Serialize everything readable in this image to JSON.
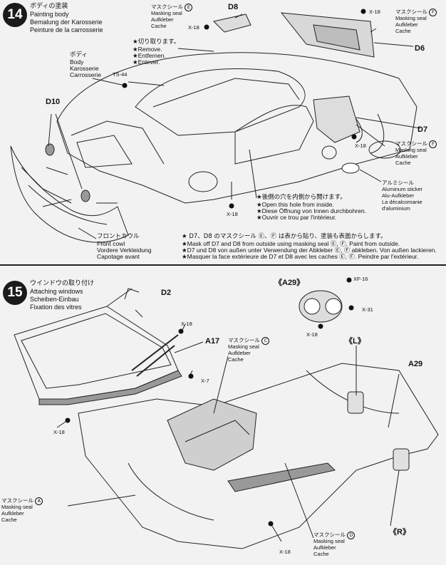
{
  "step14": {
    "number": "14",
    "title_jp": "ボディの塗装",
    "title_en": "Painting body",
    "title_de": "Bemalung der Karosserie",
    "title_fr": "Peinture de la carrosserie",
    "body_label": [
      "ボディ",
      "Body",
      "Karosserie",
      "Carrosserie"
    ],
    "paint": "TS-44",
    "remove_note": [
      "★切り取ります。",
      "★Remove.",
      "★Entfernen.",
      "★Enlever."
    ],
    "masking_seal_e": [
      "マスクシール",
      "Masking seal",
      "Aufkleber",
      "Cache"
    ],
    "seal_e_letter": "E",
    "masking_seal_f": [
      "マスクシール",
      "Masking seal",
      "Aufkleber",
      "Cache"
    ],
    "seal_f_letter": "F",
    "d8": "D8",
    "d6": "D6",
    "d7": "D7",
    "d10": "D10",
    "x18": "X-18",
    "alu": [
      "アルミシール",
      "Aluminum sticker",
      "Alu-Aufkleber",
      "La décalcomanie",
      "d'aluminium"
    ],
    "hole_note": [
      "★後側の穴を内側から開けます。",
      "★Open this hole from inside.",
      "★Diese Öffnung von Innen durchbohren.",
      "★Ouvrir ce trou par l'intérieur."
    ],
    "front_cowl": [
      "フロントカウル",
      "Front cowl",
      "Vordere Verkleidung",
      "Capotage avant"
    ],
    "mask_note": [
      "★ D7、D8 のマスクシール Ⓔ、Ⓕ は表から貼り、塗装も表面からします。",
      "★Mask off D7 and D8 from outside using masking seal Ⓔ, Ⓕ. Paint from outside.",
      "★D7 und D8 von außen unter Verwendung der Abkleber Ⓔ, Ⓕ abkleben. Von außen lackieren.",
      "★Masquer la face extérieure de D7 et D8 avec les caches Ⓔ, Ⓕ. Peindre par l'extérieur."
    ]
  },
  "step15": {
    "number": "15",
    "title_jp": "ウインドウの取り付け",
    "title_en": "Attaching windows",
    "title_de": "Scheiben-Einbau",
    "title_fr": "Fixation des vitres",
    "d2": "D2",
    "a17": "A17",
    "a29": "A29",
    "a29_group": "《A29》",
    "xf16": "XF-16",
    "x31": "X-31",
    "x7": "X-7",
    "x18": "X-18",
    "l": "《L》",
    "r": "《R》",
    "masking_seal_c": [
      "マスクシール",
      "Masking seal",
      "Aufkleber",
      "Cache"
    ],
    "seal_c_letter": "C",
    "masking_seal_a": [
      "マスクシール",
      "Masking seal",
      "Aufkleber",
      "Cache"
    ],
    "seal_a_letter": "A",
    "masking_seal_d": [
      "マスクシール",
      "Masking seal",
      "Aufkleber",
      "Cache"
    ],
    "seal_d_letter": "D"
  }
}
